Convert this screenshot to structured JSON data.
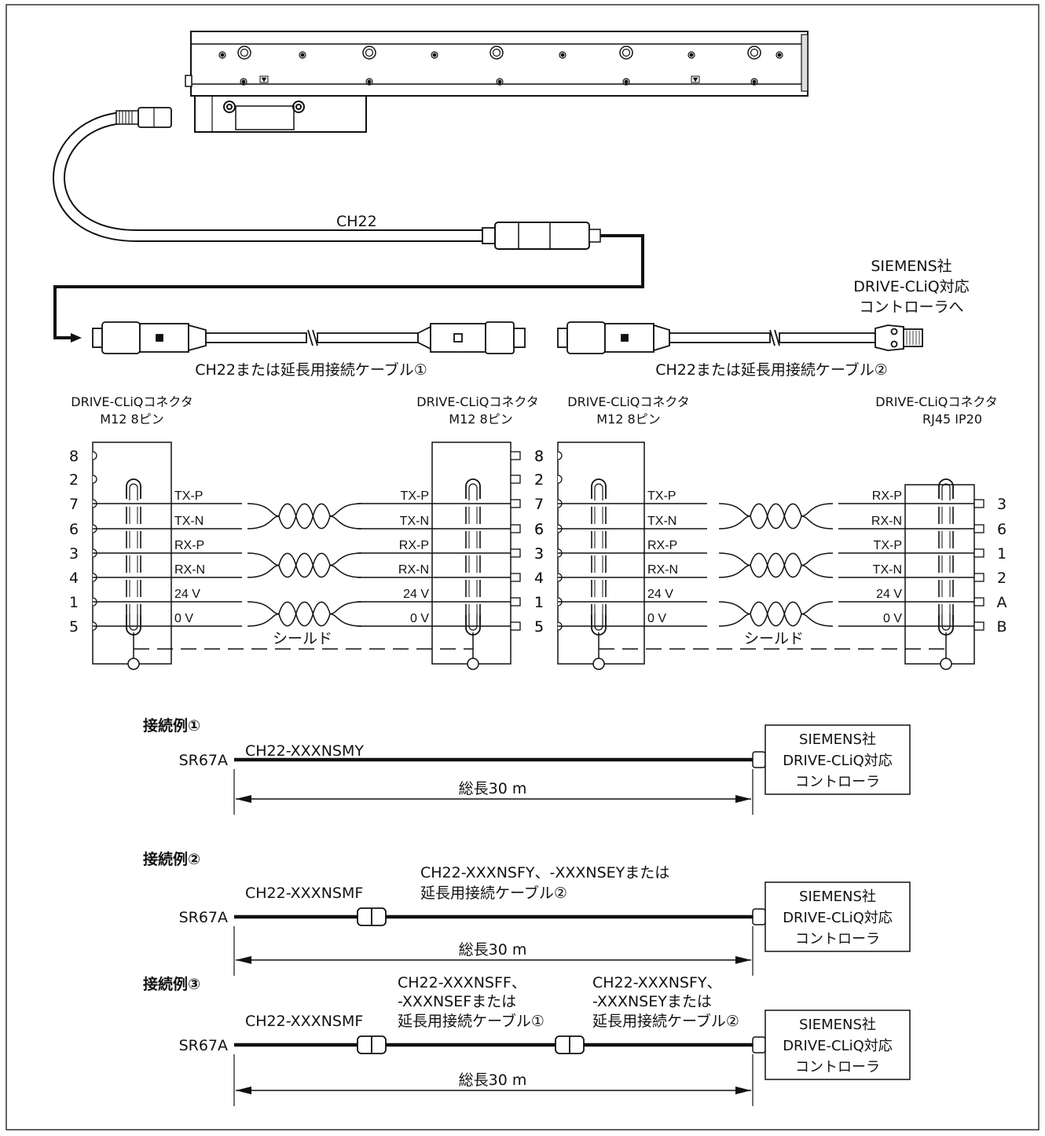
{
  "top": {
    "cable_label": "CH22",
    "siemens_note": [
      "SIEMENS社",
      "DRIVE-CLiQ対応",
      "コントローラへ"
    ],
    "cable1_title": "CH22または延長用接続ケーブル①",
    "cable2_title": "CH22または延長用接続ケーブル②"
  },
  "connector_titles": [
    [
      "DRIVE-CLiQコネクタ",
      "M12 8ピン"
    ],
    [
      "DRIVE-CLiQコネクタ",
      "M12 8ピン"
    ],
    [
      "DRIVE-CLiQコネクタ",
      "M12 8ピン"
    ],
    [
      "DRIVE-CLiQコネクタ",
      "RJ45 IP20"
    ]
  ],
  "wiring": {
    "m12_pins": [
      "8",
      "2",
      "7",
      "6",
      "3",
      "4",
      "1",
      "5"
    ],
    "rj45_pins": [
      "3",
      "6",
      "1",
      "2",
      "A",
      "B"
    ],
    "cable1_left_signals": [
      "TX-P",
      "TX-N",
      "RX-P",
      "RX-N",
      "24 V",
      "0 V"
    ],
    "cable1_right_signals": [
      "TX-P",
      "TX-N",
      "RX-P",
      "RX-N",
      "24 V",
      "0 V"
    ],
    "cable2_left_signals": [
      "TX-P",
      "TX-N",
      "RX-P",
      "RX-N",
      "24 V",
      "0 V"
    ],
    "cable2_right_signals": [
      "RX-P",
      "RX-N",
      "TX-P",
      "TX-N",
      "24 V",
      "0 V"
    ],
    "shield_label": "シールド"
  },
  "examples": [
    {
      "title": "接続例①",
      "device": "SR67A",
      "segments": [
        [
          "CH22-XXXNSMY"
        ]
      ],
      "controller": [
        "SIEMENS社",
        "DRIVE-CLiQ対応",
        "コントローラ"
      ],
      "total_length": "総長30 m"
    },
    {
      "title": "接続例②",
      "device": "SR67A",
      "segments": [
        [
          "CH22-XXXNSMF"
        ],
        [
          "CH22-XXXNSFY、-XXXNSEYまたは",
          "延長用接続ケーブル②"
        ]
      ],
      "controller": [
        "SIEMENS社",
        "DRIVE-CLiQ対応",
        "コントローラ"
      ],
      "total_length": "総長30 m"
    },
    {
      "title": "接続例③",
      "device": "SR67A",
      "segments": [
        [
          "CH22-XXXNSMF"
        ],
        [
          "CH22-XXXNSFF、",
          "-XXXNSEFまたは",
          "延長用接続ケーブル①"
        ],
        [
          "CH22-XXXNSFY、",
          "-XXXNSEYまたは",
          "延長用接続ケーブル②"
        ]
      ],
      "controller": [
        "SIEMENS社",
        "DRIVE-CLiQ対応",
        "コントローラ"
      ],
      "total_length": "総長30 m"
    }
  ]
}
